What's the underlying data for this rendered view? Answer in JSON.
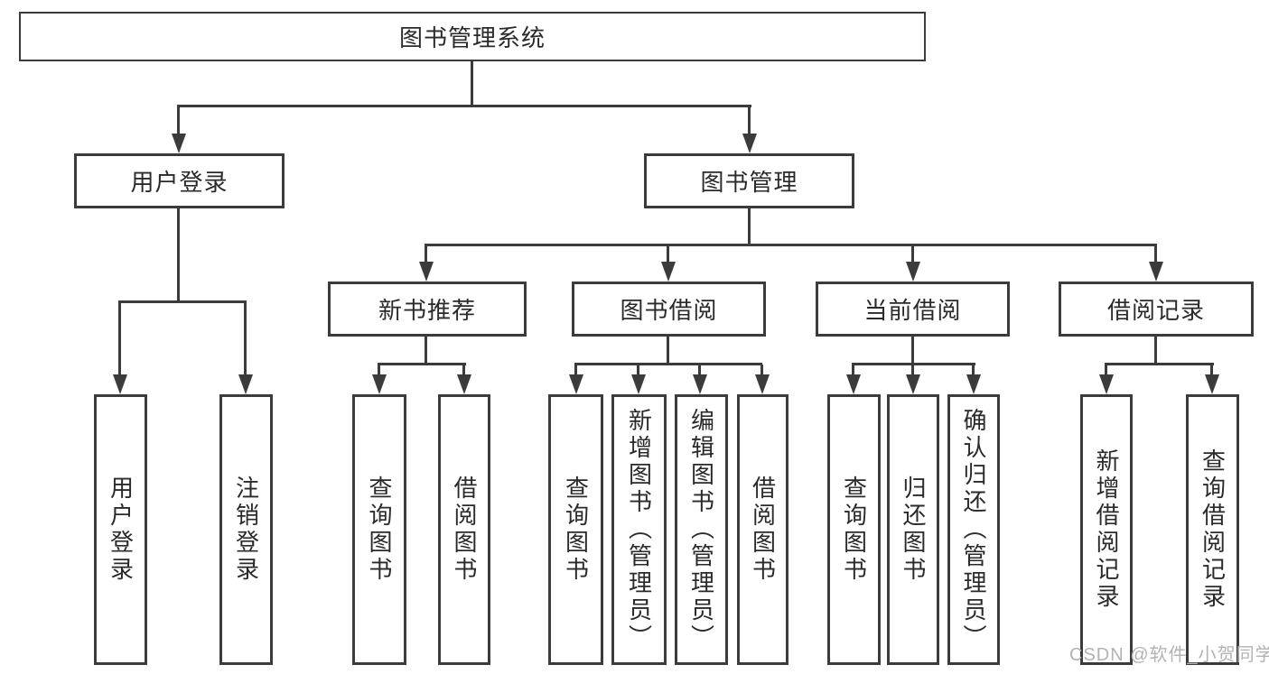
{
  "colors": {
    "line": "#3b3b3b",
    "text": "#2a2a2a",
    "background": "#ffffff",
    "watermark_color": "#b3b3b3"
  },
  "tree": {
    "root": "图书管理系统",
    "login": {
      "label": "用户登录",
      "children": [
        "用户登录",
        "注销登录"
      ]
    },
    "management": {
      "label": "图书管理",
      "sections": [
        {
          "label": "新书推荐",
          "children": [
            "查询图书",
            "借阅图书"
          ]
        },
        {
          "label": "图书借阅",
          "children": [
            "查询图书",
            "新增图书（管理员）",
            "编辑图书（管理员）",
            "借阅图书"
          ]
        },
        {
          "label": "当前借阅",
          "children": [
            "查询图书",
            "归还图书",
            "确认归还（管理员）"
          ]
        },
        {
          "label": "借阅记录",
          "children": [
            "新增借阅记录",
            "查询借阅记录"
          ]
        }
      ]
    }
  },
  "watermark": "CSDN @软件_小贺同学"
}
